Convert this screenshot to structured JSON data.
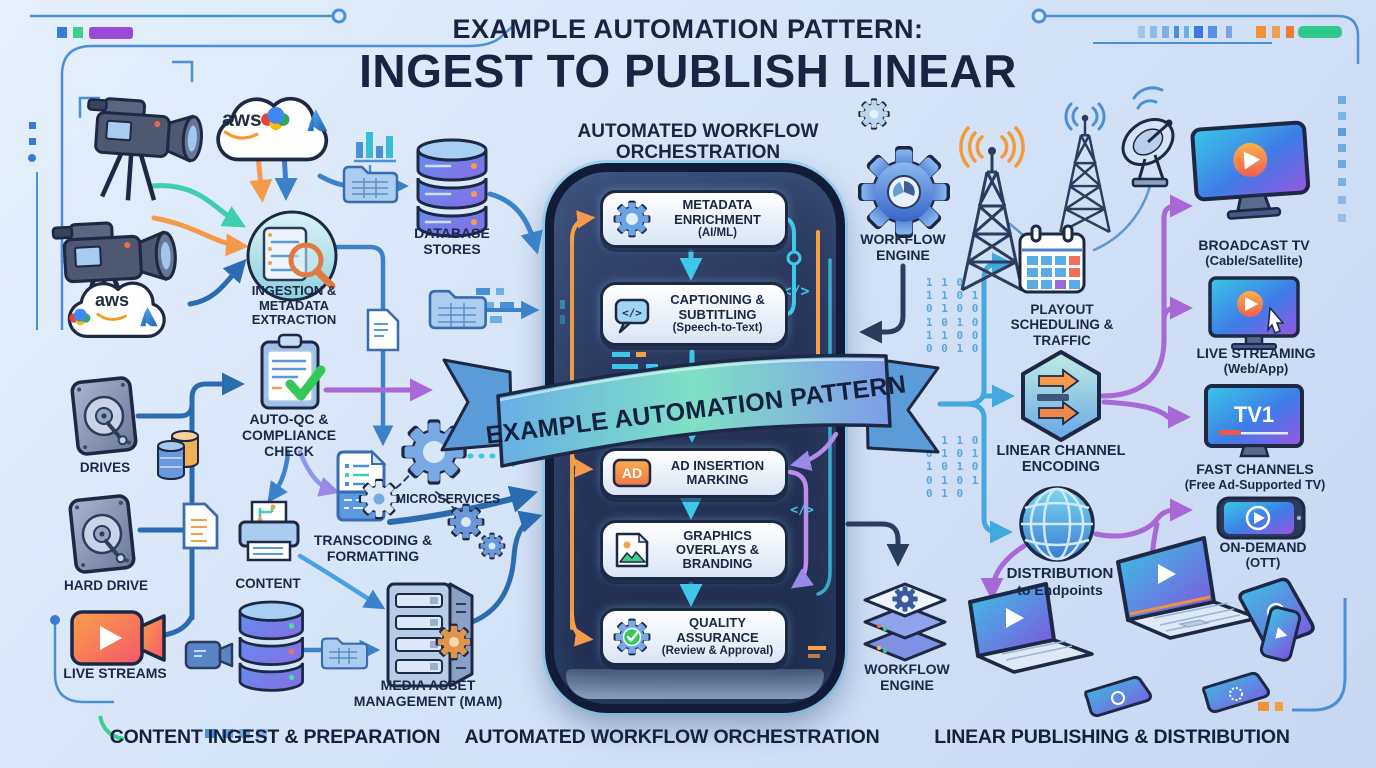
{
  "title": {
    "kicker": "EXAMPLE AUTOMATION PATTERN:",
    "main": "INGEST TO PUBLISH LINEAR"
  },
  "ribbon_label": "EXAMPLE AUTOMATION PATTERN",
  "footers": {
    "ingest": "CONTENT INGEST & PREPARATION",
    "orchestration": "AUTOMATED WORKFLOW ORCHESTRATION",
    "publishing": "LINEAR PUBLISHING & DISTRIBUTION"
  },
  "orchestration": {
    "header": "AUTOMATED WORKFLOW ORCHESTRATION",
    "code_glyph": "</>",
    "steps": [
      {
        "icon": "gear-icon",
        "title": "METADATA ENRICHMENT",
        "subtitle": "(AI/ML)"
      },
      {
        "icon": "code-bubble-icon",
        "title": "CAPTIONING & SUBTITLING",
        "subtitle": "(Speech-to-Text)"
      },
      {
        "icon": "ad-badge-icon",
        "badge": "AD",
        "title": "AD INSERTION MARKING",
        "subtitle": ""
      },
      {
        "icon": "image-file-icon",
        "title": "GRAPHICS OVERLAYS & BRANDING",
        "subtitle": ""
      },
      {
        "icon": "gear-check-icon",
        "title": "QUALITY ASSURANCE",
        "subtitle": "(Review & Approval)"
      }
    ]
  },
  "ingest": {
    "aws_wordmark": "aws",
    "cloud_providers": [
      "aws",
      "google-cloud",
      "azure"
    ],
    "nodes": {
      "database_stores": "DATABASE STORES",
      "ingestion": "INGESTION & METADATA EXTRACTION",
      "drives": "DRIVES",
      "auto_qc": "AUTO-QC & COMPLIANCE CHECK",
      "hard_drive": "HARD DRIVE",
      "content": "CONTENT",
      "transcoding": "TRANSCODING & FORMATTING",
      "microservices": "MICROSERVICES",
      "live_streams": "LIVE STREAMS",
      "mam": "MEDIA ASSET MANAGEMENT (MAM)"
    }
  },
  "publishing": {
    "nodes": {
      "workflow_engine_top": "WORKFLOW ENGINE",
      "playout": "PLAYOUT SCHEDULING & TRAFFIC",
      "linear_channel_encoding": "LINEAR CHANNEL ENCODING",
      "distribution_title": "DISTRIBUTION",
      "distribution_sub": "to Endpoints",
      "workflow_engine_bottom": "WORKFLOW ENGINE",
      "broadcast_tv": "BROADCAST TV",
      "broadcast_tv_sub": "(Cable/Satellite)",
      "live_streaming": "LIVE STREAMING",
      "live_streaming_sub": "(Web/App)",
      "fast_channels": "FAST CHANNELS",
      "fast_channels_sub": "(Free Ad-Supported TV)",
      "on_demand": "ON-DEMAND",
      "on_demand_sub": "(OTT)",
      "fast_tv_screen_label": "TV1"
    }
  },
  "decor": {
    "binary_top": "1 1 0\n1 1 0 1\n0 1 0 0\n1 0 1 0\n1 1 0 0\n0 0 1 0",
    "binary_bottom": "1 1 1 0\n0 1 0 1\n1 0 1 0\n0 1 0 1\n0 1 0"
  },
  "colors": {
    "background": "#d9e7f8",
    "navy": "#1d2845",
    "panel": "#233050",
    "cyan": "#3cc8e8",
    "orange": "#f59a4a",
    "purple": "#a868d8",
    "blue": "#3b82c8",
    "teal": "#3ecfae",
    "green": "#3ecf7e"
  }
}
